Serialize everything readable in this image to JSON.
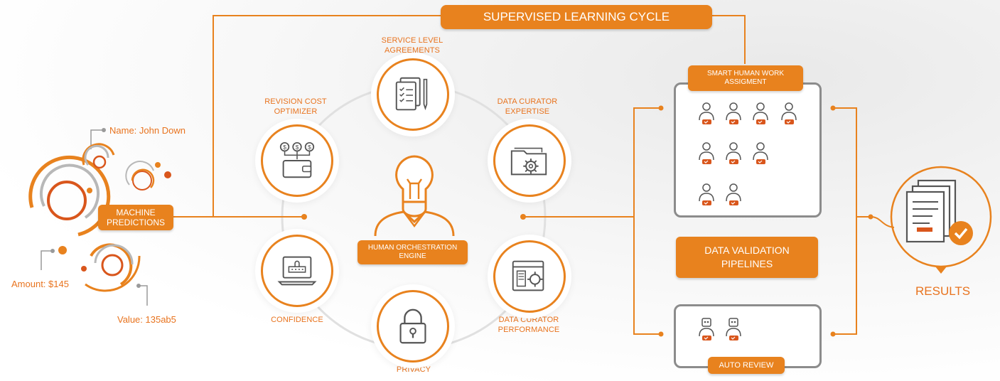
{
  "cycle_title": "SUPERVISED LEARNING CYCLE",
  "predictions": {
    "box_label": "MACHINE PREDICTIONS",
    "name": "Name: John Down",
    "amount": "Amount: $145",
    "value": "Value: 135ab5"
  },
  "engine": {
    "label": "HUMAN ORCHESTRATION ENGINE",
    "icon": "lightbulb-head-icon"
  },
  "nodes": [
    {
      "label": "SERVICE LEVEL AGREEMENTS",
      "icon": "document-checklist-icon"
    },
    {
      "label": "DATA CURATOR EXPERTISE",
      "icon": "folder-gear-icon"
    },
    {
      "label": "DATA CURATOR PERFORMANCE",
      "icon": "window-gear-icon"
    },
    {
      "label": "PRIVACY",
      "icon": "padlock-icon"
    },
    {
      "label": "CONFIDENCE",
      "icon": "laptop-lock-icon"
    },
    {
      "label": "REVISION COST OPTIMIZER",
      "icon": "wallet-coins-icon"
    }
  ],
  "smart_assignment": {
    "label": "SMART HUMAN WORK ASSIGMENT",
    "icon": "worker-icon"
  },
  "validation": {
    "label": "DATA VALIDATION PIPELINES"
  },
  "auto_review": {
    "label": "AUTO REVIEW",
    "icon": "robot-icon"
  },
  "results": {
    "label": "RESULTS",
    "icon": "approved-document-icon"
  },
  "colors": {
    "accent": "#e8821e",
    "accent_dark": "#d9561c",
    "gray": "#8c8c8c"
  }
}
